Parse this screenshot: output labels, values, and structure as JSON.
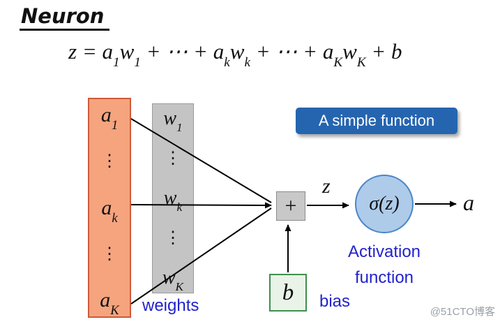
{
  "title": "Neuron",
  "formula": {
    "p0": "z = a",
    "s0": "1",
    "p1": "w",
    "s1": "1",
    "p2": " + ⋯ + a",
    "s2": "k",
    "p3": "w",
    "s3": "k",
    "p4": " + ⋯ + a",
    "s4": "K",
    "p5": "w",
    "s5": "K",
    "p6": " + b"
  },
  "inputs": {
    "a1_base": "a",
    "a1_sub": "1",
    "dots_top": "⋮",
    "ak_base": "a",
    "ak_sub": "k",
    "dots_bottom": "⋮",
    "aK_base": "a",
    "aK_sub": "K"
  },
  "weights": {
    "w1_base": "w",
    "w1_sub": "1",
    "dots_top": "⋮",
    "wk_base": "w",
    "wk_sub": "k",
    "dots_bottom": "⋮",
    "wK_base": "w",
    "wK_sub": "K",
    "label": "weights"
  },
  "sum_node": {
    "symbol": "+"
  },
  "z_label": "z",
  "activation": {
    "sigma": "σ(z)",
    "label_line1": "Activation",
    "label_line2": "function"
  },
  "output_label": "a",
  "bias": {
    "symbol": "b",
    "label": "bias"
  },
  "callout": {
    "label": "A simple function"
  },
  "watermark": "@51CTO博客",
  "colors": {
    "inputs_fill": "#F5A47E",
    "inputs_border": "#CE5A38",
    "weights_fill": "#C4C4C4",
    "sum_fill": "#C8C8C8",
    "circle_fill": "#AECBEA",
    "circle_border": "#4A86C8",
    "bias_fill": "#EAF3E8",
    "bias_border": "#3F8F4F",
    "callout_fill": "#2565B0",
    "label_blue": "#2222CC"
  }
}
